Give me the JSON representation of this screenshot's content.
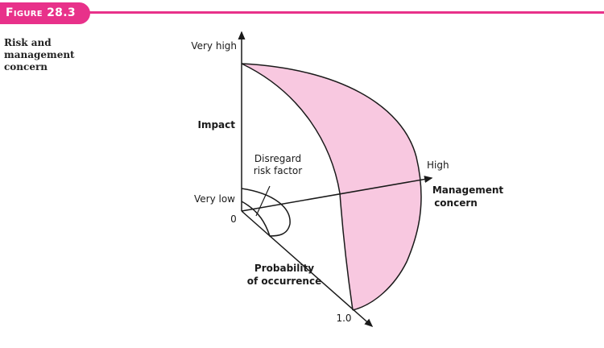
{
  "colors": {
    "accent": "#e8318a",
    "fill": "#f8c8e0",
    "line": "#1a1a1a"
  },
  "figure": {
    "number": "Figure 28.3",
    "caption": "Risk and management concern"
  },
  "axes": {
    "impact_high": "Very high",
    "impact_low": "Very low",
    "impact_title": "Impact",
    "origin": "0",
    "concern_high": "High",
    "concern_title_1": "Management",
    "concern_title_2": "concern",
    "probability_title_1": "Probability",
    "probability_title_2": "of occurrence",
    "probability_max": "1.0"
  },
  "annotation": {
    "line1": "Disregard",
    "line2": "risk factor"
  }
}
